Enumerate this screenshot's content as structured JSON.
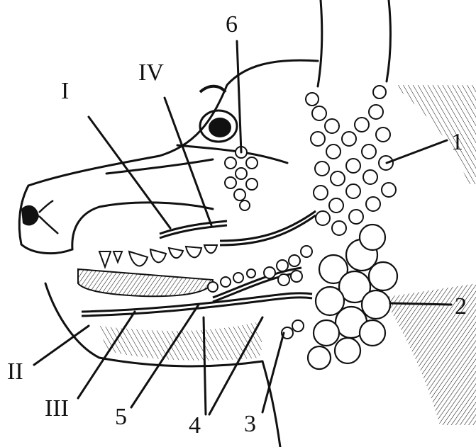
{
  "labels": {
    "I": "I",
    "IV": "IV",
    "six": "6",
    "one": "1",
    "two": "2",
    "II": "II",
    "III": "III",
    "five": "5",
    "four": "4",
    "three": "3"
  },
  "colors": {
    "ink": "#111111",
    "paper": "#ffffff"
  }
}
